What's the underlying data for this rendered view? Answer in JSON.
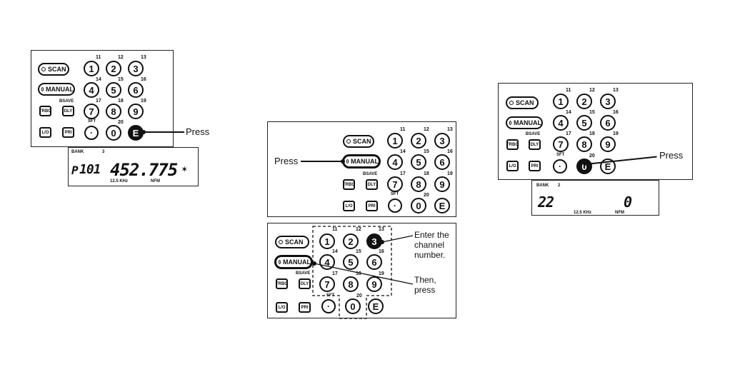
{
  "buttons": {
    "scan": "SCAN",
    "manual": "MANUAL",
    "trbo": "TRBO",
    "dly": "DLY",
    "lo": "L/O",
    "pri": "PRI",
    "bsave": "BSAVE",
    "sft": "SFT",
    "dot": "·",
    "e": "E"
  },
  "keys": [
    "1",
    "2",
    "3",
    "4",
    "5",
    "6",
    "7",
    "8",
    "9",
    "0"
  ],
  "key_superscripts": [
    "11",
    "12",
    "13",
    "14",
    "15",
    "16",
    "17",
    "18",
    "19",
    "20"
  ],
  "lcd1": {
    "bank_label": "BANK",
    "bank_no": "3",
    "prefix": "P",
    "channel": "101",
    "frequency": "452.775",
    "step": "12.5 KHz",
    "mode": "NFM",
    "blink": "✶"
  },
  "lcd2": {
    "bank_label": "BANK",
    "bank_no": "2",
    "channel": "22",
    "value": "0",
    "step": "12.5 KHz",
    "mode": "NFM"
  },
  "annotations": {
    "press_e": "Press",
    "press_manual": "Press",
    "press_zero": "Press",
    "enter_channel": "Enter the channel number.",
    "then_press": "Then, press"
  }
}
